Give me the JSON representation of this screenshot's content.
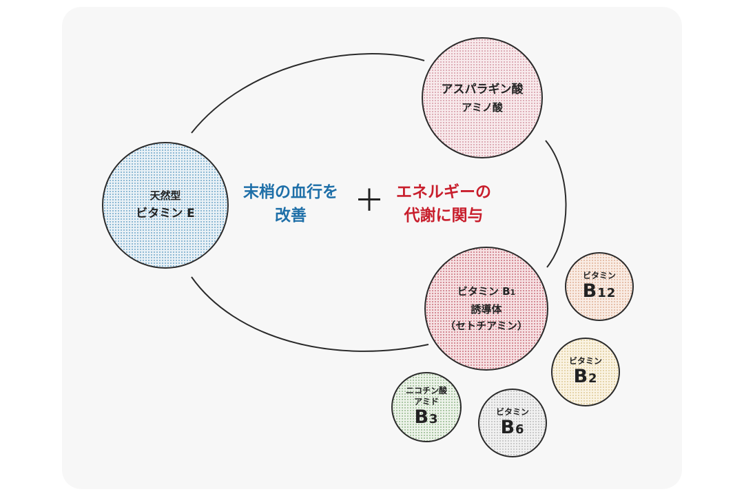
{
  "nodes": {
    "vitamin_e": {
      "line1": "天然型",
      "line2": "ビタミン E"
    },
    "aspartic": {
      "line1": "アスパラギン酸",
      "line2": "アミノ酸"
    },
    "b1": {
      "line1_main": "ビタミン B",
      "line1_sub": "1",
      "line2": "誘導体",
      "line3": "（セトチアミン）"
    },
    "b12": {
      "label": "ビタミン",
      "main": "B",
      "sub": "12"
    },
    "b2": {
      "label": "ビタミン",
      "main": "B",
      "sub": "2"
    },
    "b6": {
      "label": "ビタミン",
      "main": "B",
      "sub": "6"
    },
    "b3": {
      "line1": "ニコチン酸",
      "line2": "アミド",
      "main": "B",
      "sub": "3"
    }
  },
  "effects": {
    "left_line1": "末梢の血行を",
    "left_line2": "改善",
    "plus": "＋",
    "right_line1": "エネルギーの",
    "right_line2": "代謝に関与"
  },
  "colors": {
    "left_effect": "#1e6fa8",
    "right_effect": "#c81e2c"
  }
}
